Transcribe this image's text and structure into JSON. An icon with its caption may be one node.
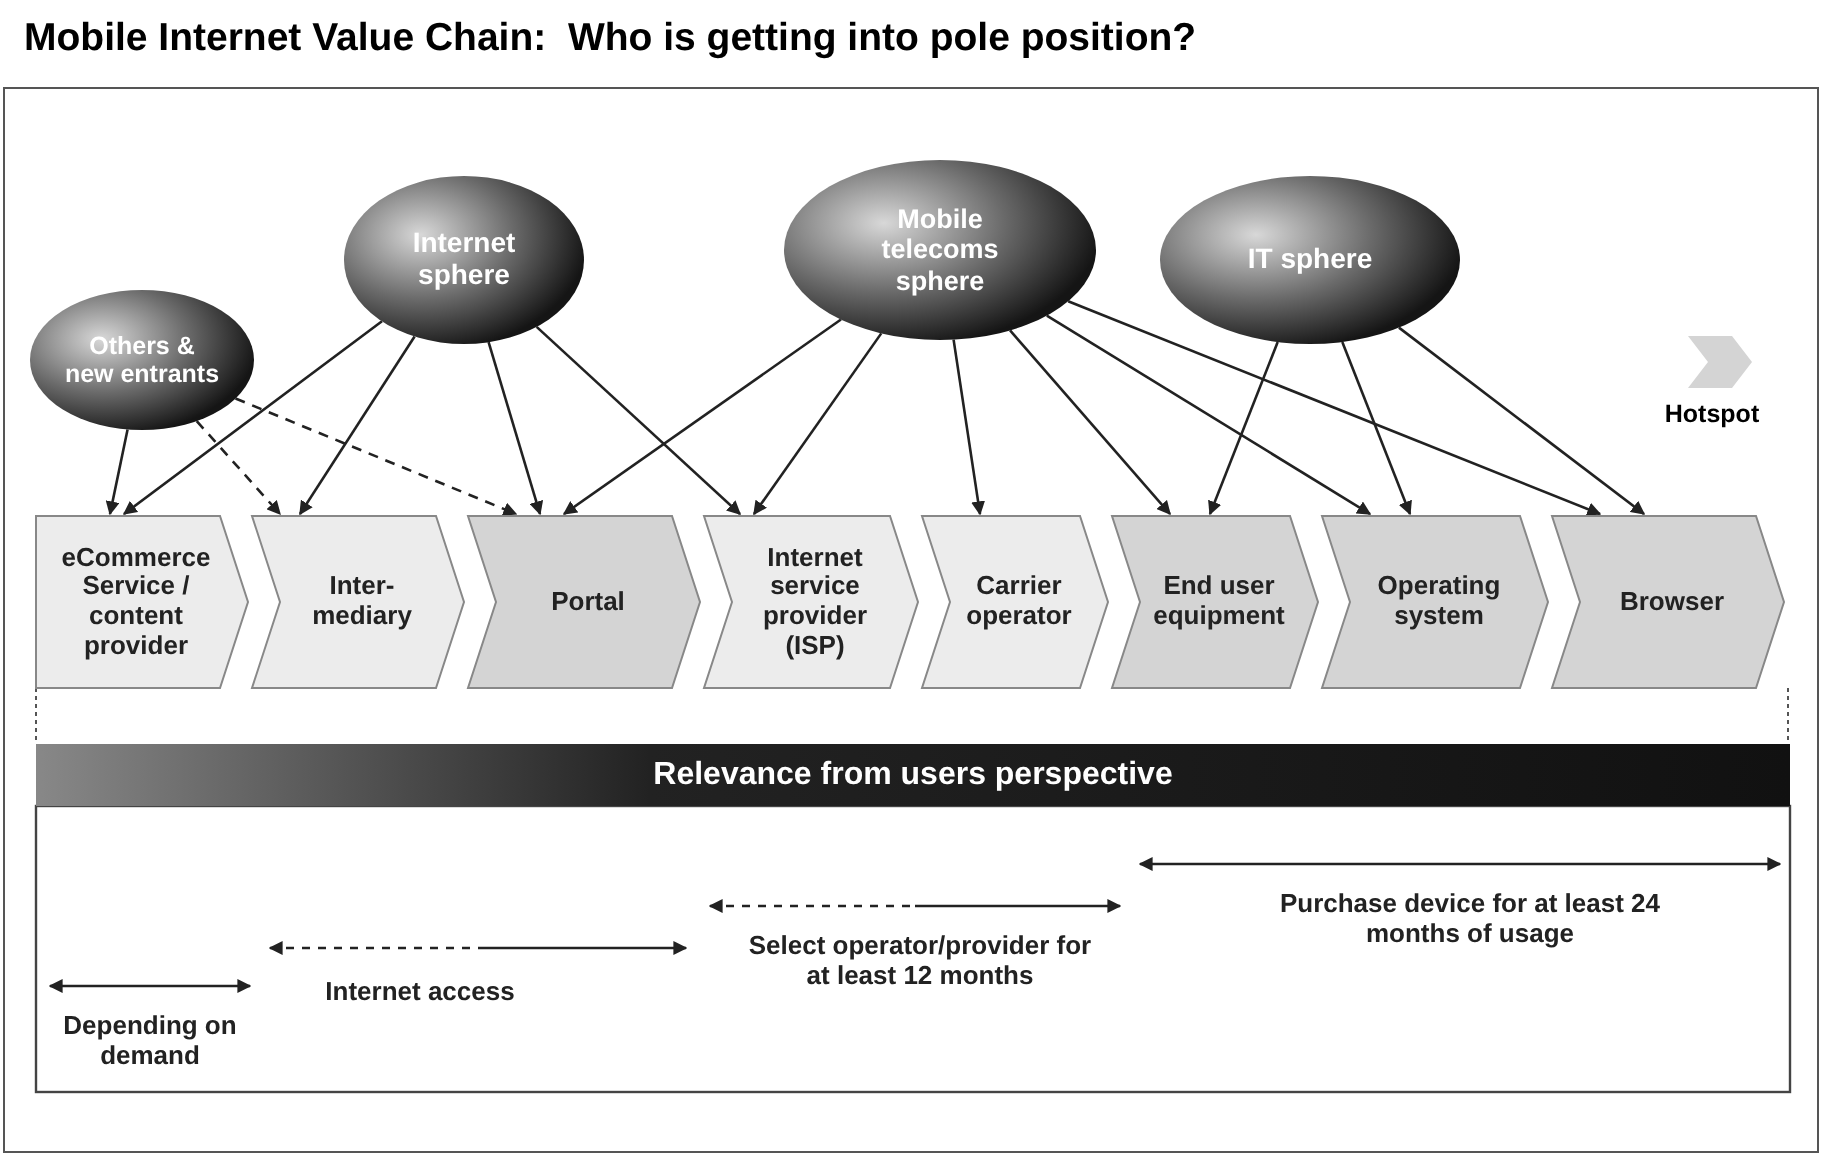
{
  "diagram": {
    "title": "Mobile Internet Value Chain:  Who is getting into pole position?",
    "nodes": [
      {
        "text": [
          "Others & new entrants"
        ]
      },
      {
        "text": [
          "Internet sphere"
        ]
      },
      {
        "text": [
          "Mobile telecoms sphere"
        ]
      },
      {
        "text": [
          "IT sphere"
        ]
      },
      {
        "text": [
          "eCommerce Service / content provider"
        ]
      },
      {
        "text": [
          "Inter-mediary"
        ]
      },
      {
        "text": [
          "Portal"
        ]
      },
      {
        "text": [
          "Internet service provider (ISP)"
        ]
      },
      {
        "text": [
          "Carrier operator"
        ]
      },
      {
        "text": [
          "End user equipment"
        ]
      },
      {
        "text": [
          "Operating system"
        ]
      },
      {
        "text": [
          "Browser"
        ]
      },
      {
        "text": [
          "Relevance from users perspective"
        ]
      }
    ],
    "edges": [
      {
        "from": 0,
        "to": 4,
        "arrow": "to"
      },
      {
        "from": 0,
        "to": 5,
        "arrow": "to",
        "style": "dashed"
      },
      {
        "from": 0,
        "to": 6,
        "arrow": "to",
        "style": "dashed"
      },
      {
        "from": 1,
        "to": 4,
        "arrow": "to"
      },
      {
        "from": 1,
        "to": 5,
        "arrow": "to"
      },
      {
        "from": 1,
        "to": 6,
        "arrow": "to"
      },
      {
        "from": 1,
        "to": 7,
        "arrow": "to"
      },
      {
        "from": 2,
        "to": 6,
        "arrow": "to"
      },
      {
        "from": 2,
        "to": 7,
        "arrow": "to"
      },
      {
        "from": 2,
        "to": 8,
        "arrow": "to"
      },
      {
        "from": 2,
        "to": 9,
        "arrow": "to"
      },
      {
        "from": 2,
        "to": 10,
        "arrow": "to"
      },
      {
        "from": 2,
        "to": 11,
        "arrow": "to"
      },
      {
        "from": 3,
        "to": 9,
        "arrow": "to"
      },
      {
        "from": 3,
        "to": 10,
        "arrow": "to"
      },
      {
        "from": 3,
        "to": 11,
        "arrow": "to"
      }
    ],
    "labels": [
      "Purchase device for at least 24 months of usage",
      "Select operator/provider for at least 12 months",
      "Internet access",
      "Depending on demand"
    ],
    "legend": [
      {
        "text": "Hotspot",
        "color": "#d4d4d4"
      }
    ]
  }
}
